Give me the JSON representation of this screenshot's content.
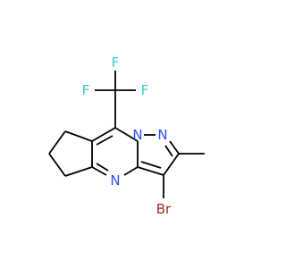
{
  "colors": {
    "bond": "#000000",
    "fluorine": "#33cccc",
    "nitrogen": "#3050f8",
    "bromine": "#a62929",
    "background": "#ffffff"
  },
  "atoms": {
    "f_left": "F",
    "f_mid": "F",
    "f_right": "F",
    "n_ring_top": "N",
    "n_ring_right": "N",
    "n_ring_bottom": "N",
    "bromine": "Br"
  }
}
